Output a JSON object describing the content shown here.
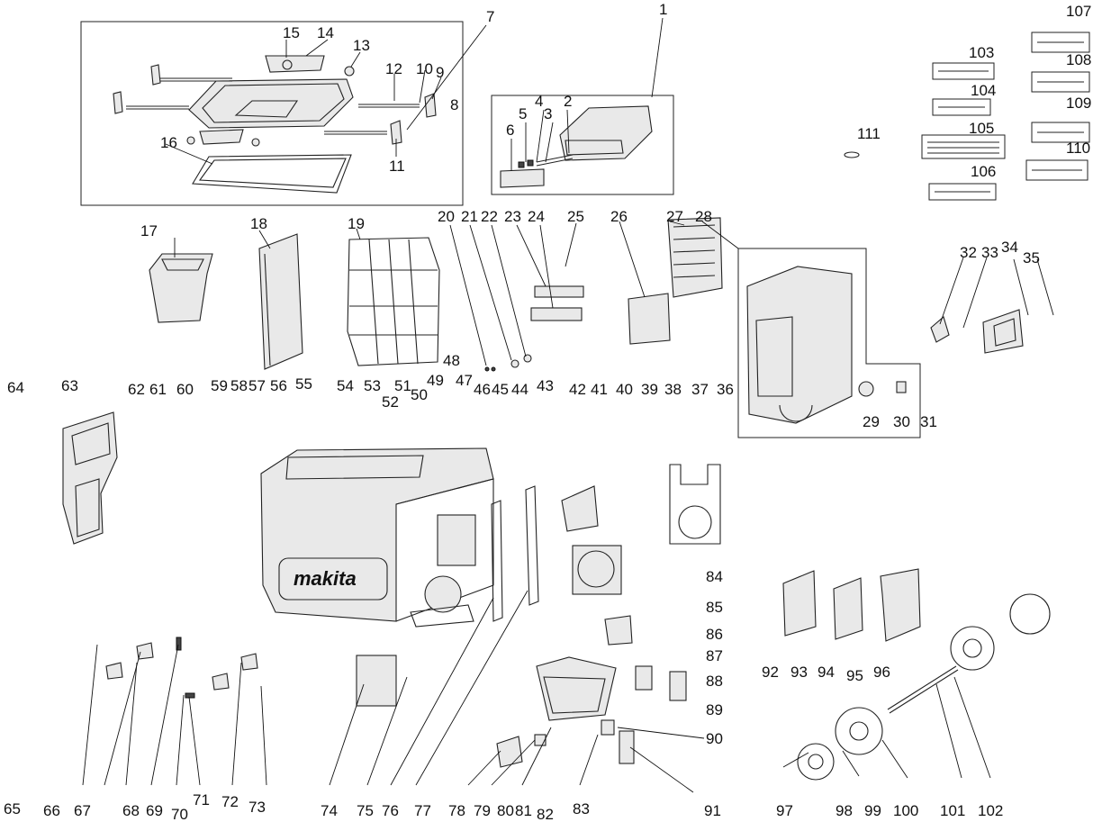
{
  "diagram": {
    "brand_mark": "makita",
    "labels": [
      "1",
      "2",
      "3",
      "4",
      "5",
      "6",
      "7",
      "8",
      "9",
      "10",
      "11",
      "12",
      "13",
      "14",
      "15",
      "16",
      "17",
      "18",
      "19",
      "20",
      "21",
      "22",
      "23",
      "24",
      "25",
      "26",
      "27",
      "28",
      "29",
      "30",
      "31",
      "32",
      "33",
      "34",
      "35",
      "36",
      "37",
      "38",
      "39",
      "40",
      "41",
      "42",
      "43",
      "44",
      "45",
      "46",
      "47",
      "48",
      "49",
      "50",
      "51",
      "52",
      "53",
      "54",
      "55",
      "56",
      "57",
      "58",
      "59",
      "60",
      "61",
      "62",
      "63",
      "64",
      "65",
      "66",
      "67",
      "68",
      "69",
      "70",
      "71",
      "72",
      "73",
      "74",
      "75",
      "76",
      "77",
      "78",
      "79",
      "80",
      "81",
      "82",
      "83",
      "84",
      "85",
      "86",
      "87",
      "88",
      "89",
      "90",
      "91",
      "92",
      "93",
      "94",
      "95",
      "96",
      "97",
      "98",
      "99",
      "100",
      "101",
      "102",
      "103",
      "104",
      "105",
      "106",
      "107",
      "108",
      "109",
      "110",
      "111"
    ]
  }
}
